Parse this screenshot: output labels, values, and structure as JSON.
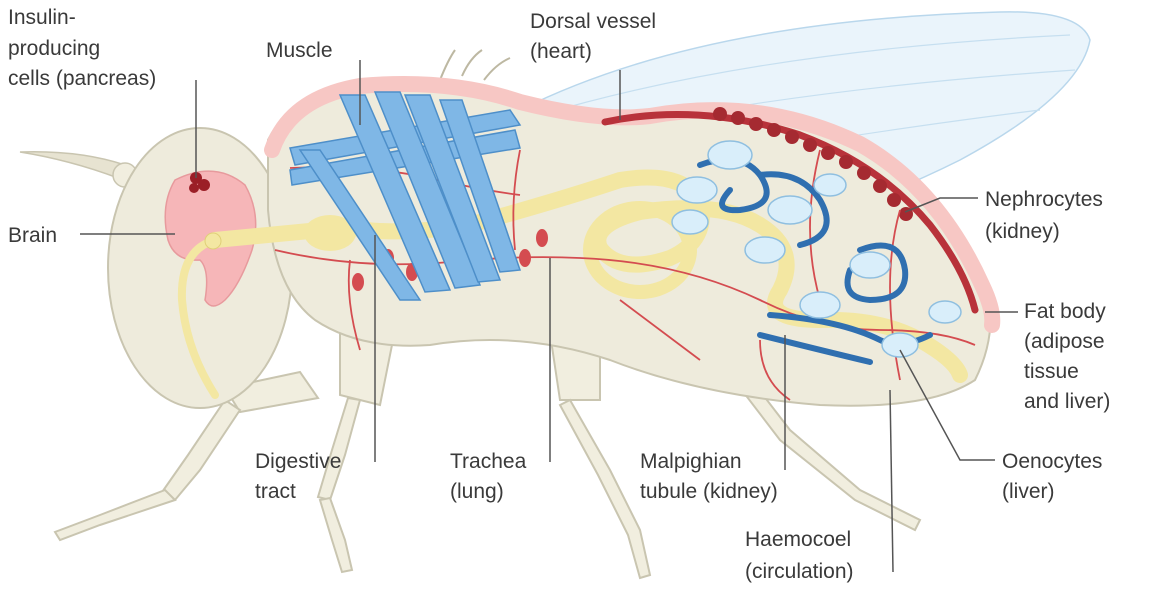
{
  "labels": {
    "insulin": [
      "Insulin-",
      "producing",
      "cells (pancreas)"
    ],
    "brain": [
      "Brain"
    ],
    "muscle": [
      "Muscle"
    ],
    "dorsal_vessel": [
      "Dorsal vessel",
      "(heart)"
    ],
    "nephrocytes": [
      "Nephrocytes",
      "(kidney)"
    ],
    "fat_body": [
      "Fat body",
      "(adipose",
      "tissue",
      "and liver)"
    ],
    "oenocytes": [
      "Oenocytes",
      "(liver)"
    ],
    "haemocoel": [
      "Haemocoel",
      "(circulation)"
    ],
    "malpighian": [
      "Malpighian",
      "tubule (kidney)"
    ],
    "trachea": [
      "Trachea",
      "(lung)"
    ],
    "digestive": [
      "Digestive",
      "tract"
    ]
  },
  "colors": {
    "body": "#eeebdc",
    "outline": "#c9c5b0",
    "cuticle": "#f7c7c4",
    "heart": "#b8323a",
    "trachea": "#d44c50",
    "gut": "#f3e7a2",
    "muscle": "#7fb7e6",
    "tubule": "#2f6fb0",
    "nephrocyte": "#d9eefa",
    "brain": "#f6b6b8",
    "wing": "#eaf4fb",
    "leader": "#555555"
  }
}
